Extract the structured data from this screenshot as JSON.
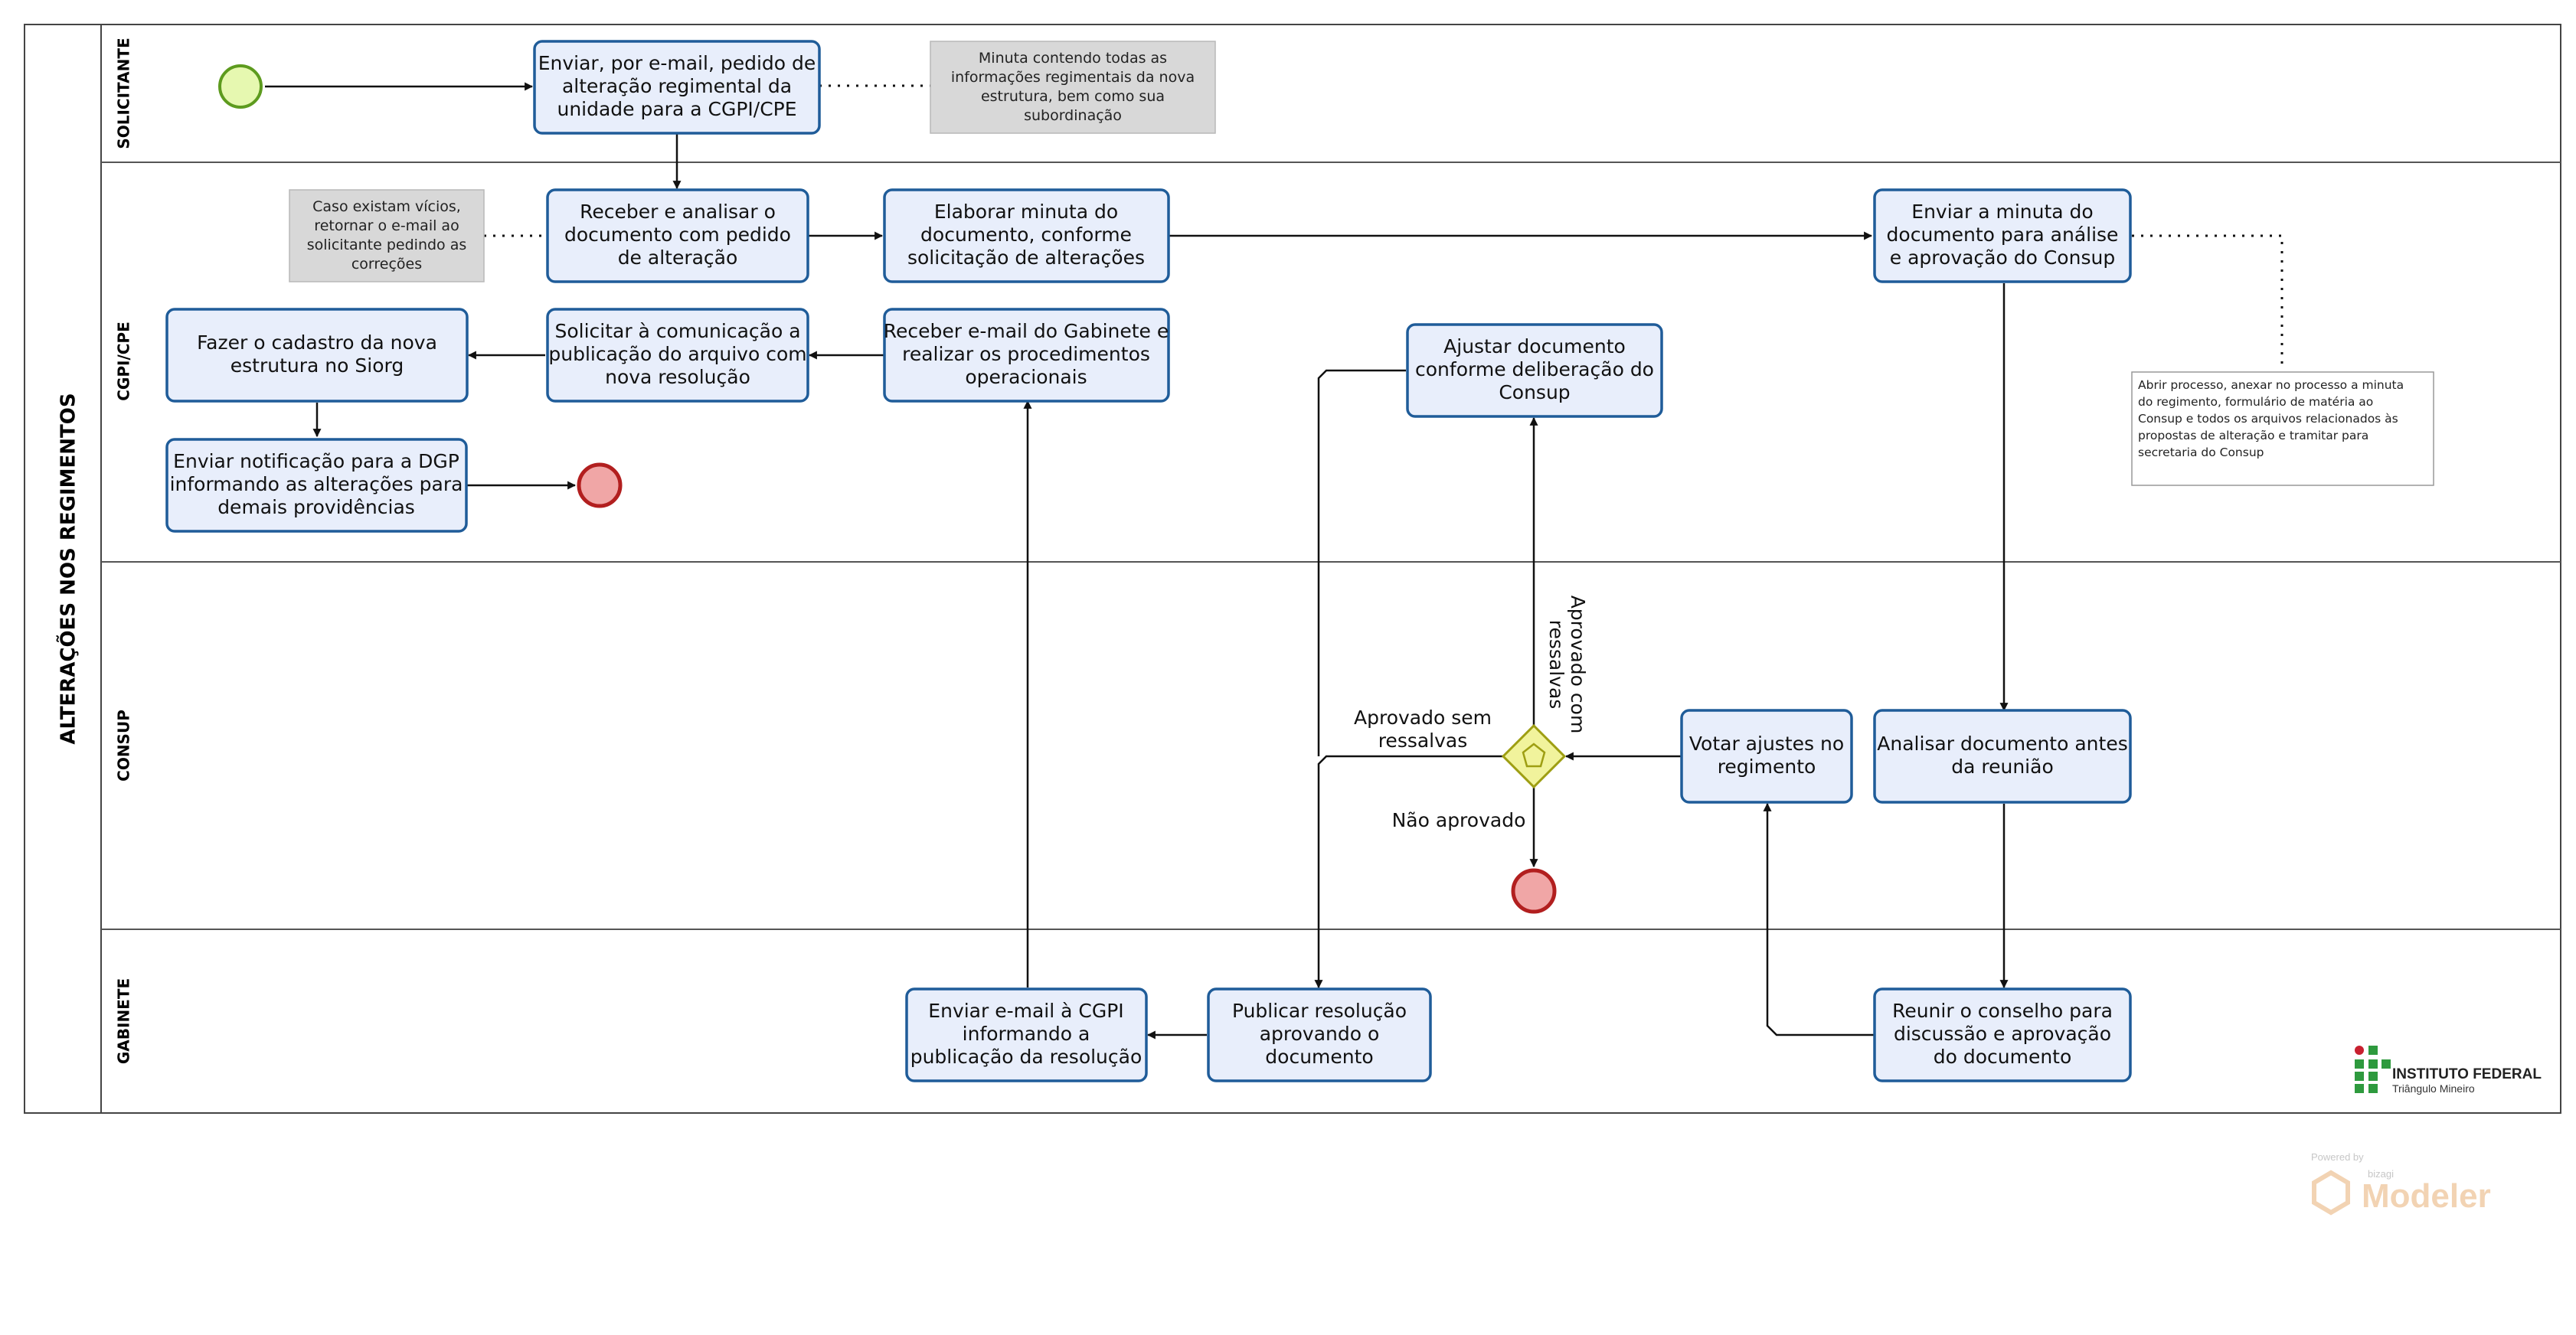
{
  "pool": {
    "title": "ALTERAÇÕES NOS REGIMENTOS"
  },
  "lanes": [
    {
      "id": "solicitante",
      "label": "SOLICITANTE"
    },
    {
      "id": "cgpi",
      "label": "CGPI/CPE"
    },
    {
      "id": "consup",
      "label": "CONSUP"
    },
    {
      "id": "gabinete",
      "label": "GABINETE"
    }
  ],
  "tasks": {
    "t1": [
      "Enviar, por e-mail, pedido de",
      "alteração regimental da",
      "unidade para a CGPI/CPE"
    ],
    "t2": [
      "Receber e analisar o",
      "documento com pedido",
      "de alteração"
    ],
    "t3": [
      "Elaborar minuta do",
      "documento, conforme",
      "solicitação de alterações"
    ],
    "t4": [
      "Enviar a minuta do",
      "documento para análise",
      "e aprovação do Consup"
    ],
    "t5": [
      "Fazer o cadastro da nova",
      "estrutura no Siorg"
    ],
    "t6": [
      "Solicitar à comunicação a",
      "publicação do arquivo com",
      "nova resolução"
    ],
    "t7": [
      "Receber e-mail do Gabinete e",
      "realizar os procedimentos",
      "operacionais"
    ],
    "t8": [
      "Ajustar documento",
      "conforme deliberação do",
      "Consup"
    ],
    "t9": [
      "Enviar notificação para a DGP",
      "informando as alterações para",
      "demais providências"
    ],
    "t10": [
      "Votar ajustes no",
      "regimento"
    ],
    "t11": [
      "Analisar documento antes",
      "da reunião"
    ],
    "t12": [
      "Enviar e-mail à CGPI",
      "informando a",
      "publicação da resolução"
    ],
    "t13": [
      "Publicar resolução",
      "aprovando o",
      "documento"
    ],
    "t14": [
      "Reunir o conselho para",
      "discussão e aprovação",
      "do documento"
    ]
  },
  "notes": {
    "n1": [
      "Minuta contendo todas as",
      "informações regimentais da nova",
      "estrutura, bem como sua",
      "subordinação"
    ],
    "n2": [
      "Caso existam vícios,",
      "retornar o e-mail ao",
      "solicitante pedindo as",
      "correções"
    ],
    "n3": [
      "Abrir processo, anexar no processo a minuta",
      "do regimento, formulário de matéria ao",
      "Consup e todos os arquivos relacionados às",
      "propostas de alteração e tramitar para",
      "secretaria do Consup"
    ]
  },
  "flow_labels": {
    "approved_with": [
      "Aprovado com",
      "ressalvas"
    ],
    "approved_without": [
      "Aprovado sem",
      "ressalvas"
    ],
    "not_approved": "Não aprovado"
  },
  "branding": {
    "institute": "INSTITUTO FEDERAL",
    "campus": "Triângulo Mineiro",
    "powered_by": "Powered by",
    "tool_small": "bizagi",
    "tool": "Modeler"
  },
  "colors": {
    "task_fill": "#e8eefb",
    "task_stroke": "#1f5c99",
    "start_fill": "#e6f8b0",
    "start_stroke": "#5d9b1e",
    "end_fill": "#f0a6a6",
    "end_stroke": "#b21f1f",
    "gateway_fill": "#f1f39c",
    "gateway_stroke": "#9e9e12",
    "note_fill": "#d8d8d8",
    "logo_green": "#2e9a3e",
    "logo_red": "#c8202f",
    "modeler_orange": "#f2d3b3"
  }
}
